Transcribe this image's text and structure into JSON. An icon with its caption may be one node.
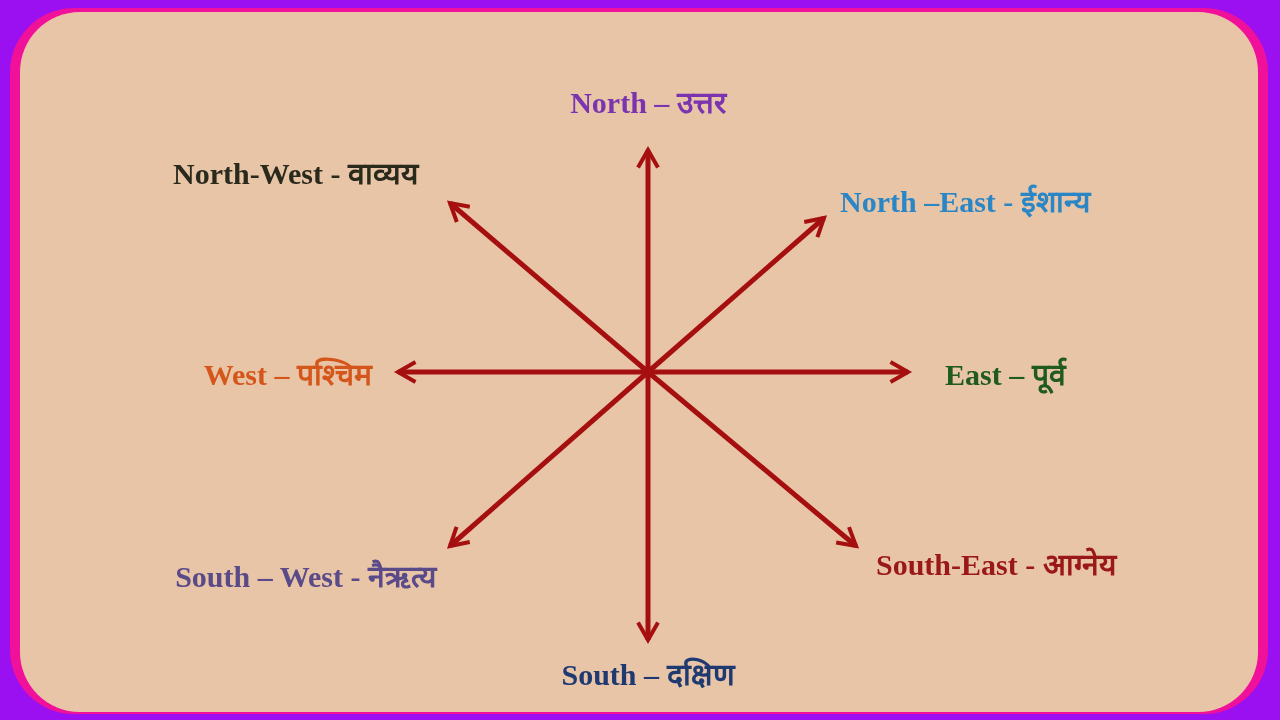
{
  "diagram": {
    "nodes": [
      {
        "text": [
          "North – उत्तर"
        ]
      },
      {
        "text": [
          "North-West - वाव्यय"
        ]
      },
      {
        "text": [
          "North –East - ईशान्य"
        ]
      },
      {
        "text": [
          "West – पश्चिम"
        ]
      },
      {
        "text": [
          "East – पूर्व"
        ]
      },
      {
        "text": [
          "South – West - नैऋत्य"
        ]
      },
      {
        "text": [
          "South-East - आग्नेय"
        ]
      },
      {
        "text": [
          "South – दक्षिण"
        ]
      }
    ],
    "edges": [
      {
        "from": null,
        "to": 0,
        "arrow": "to"
      },
      {
        "from": null,
        "to": 1,
        "arrow": "to"
      },
      {
        "from": null,
        "to": 2,
        "arrow": "to"
      },
      {
        "from": null,
        "to": 3,
        "arrow": "to"
      },
      {
        "from": null,
        "to": 4,
        "arrow": "to"
      },
      {
        "from": null,
        "to": 5,
        "arrow": "to"
      },
      {
        "from": null,
        "to": 6,
        "arrow": "to"
      },
      {
        "from": null,
        "to": 7,
        "arrow": "to"
      }
    ]
  }
}
